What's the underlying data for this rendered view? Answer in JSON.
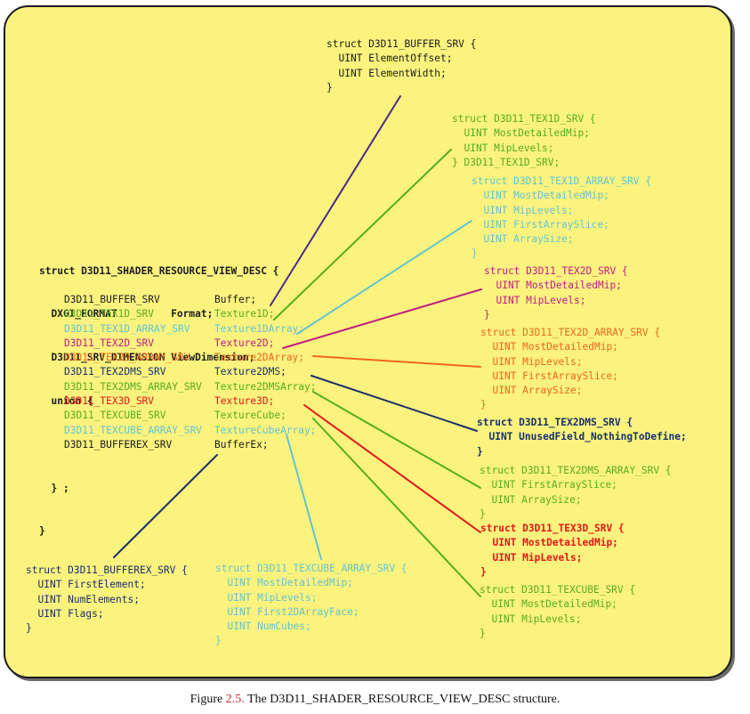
{
  "colors": {
    "black": "#1d1d1d",
    "green": "#56ad22",
    "cyan": "#63c4d2",
    "pink": "#c21b86",
    "orange": "#f0671c",
    "navy": "#19306e",
    "red": "#e3171a",
    "purple": "#4b2a8a",
    "panel": "#fbf37e"
  },
  "main_struct": {
    "header": "struct D3D11_SHADER_RESOURCE_VIEW_DESC {",
    "format_line": "  DXGI_FORMAT         Format;",
    "dimension_line": "  D3D11_SRV_DIMENSION ViewDimension;",
    "union_open": "  union {",
    "members": [
      {
        "type": "D3D11_BUFFER_SRV",
        "name": "Buffer;",
        "color": "black"
      },
      {
        "type": "D3D11_TEX1D_SRV",
        "name": "Texture1D;",
        "color": "green"
      },
      {
        "type": "D3D11_TEX1D_ARRAY_SRV",
        "name": "Texture1DArray;",
        "color": "cyan"
      },
      {
        "type": "D3D11_TEX2D_SRV",
        "name": "Texture2D;",
        "color": "pink"
      },
      {
        "type": "D3D11_TEX2D_ARRAY_SRV",
        "name": "Texture2DArray;",
        "color": "orange"
      },
      {
        "type": "D3D11_TEX2DMS_SRV",
        "name": "Texture2DMS;",
        "color": "navy"
      },
      {
        "type": "D3D11_TEX2DMS_ARRAY_SRV",
        "name": "Texture2DMSArray;",
        "color": "green"
      },
      {
        "type": "D3D11_TEX3D_SRV",
        "name": "Texture3D;",
        "color": "red"
      },
      {
        "type": "D3D11_TEXCUBE_SRV",
        "name": "TextureCube;",
        "color": "green"
      },
      {
        "type": "D3D11_TEXCUBE_ARRAY_SRV",
        "name": "TextureCubeArray;",
        "color": "cyan"
      },
      {
        "type": "D3D11_BUFFEREX_SRV",
        "name": "BufferEx;",
        "color": "black"
      }
    ],
    "union_close": "  } ;",
    "struct_close": "}"
  },
  "structs": {
    "buffer": {
      "color": "black",
      "lines": [
        "struct D3D11_BUFFER_SRV {",
        "  UINT ElementOffset;",
        "  UINT ElementWidth;",
        "}"
      ]
    },
    "tex1d": {
      "color": "green",
      "lines": [
        "struct D3D11_TEX1D_SRV {",
        "  UINT MostDetailedMip;",
        "  UINT MipLevels;",
        "} D3D11_TEX1D_SRV;"
      ]
    },
    "tex1d_array": {
      "color": "cyan",
      "lines": [
        "struct D3D11_TEX1D_ARRAY_SRV {",
        "  UINT MostDetailedMip;",
        "  UINT MipLevels;",
        "  UINT FirstArraySlice;",
        "  UINT ArraySize;",
        "}"
      ]
    },
    "tex2d": {
      "color": "pink",
      "lines": [
        "struct D3D11_TEX2D_SRV {",
        "  UINT MostDetailedMip;",
        "  UINT MipLevels;",
        "}"
      ]
    },
    "tex2d_array": {
      "color": "orange",
      "lines": [
        "struct D3D11_TEX2D_ARRAY_SRV {",
        "  UINT MostDetailedMip;",
        "  UINT MipLevels;",
        "  UINT FirstArraySlice;",
        "  UINT ArraySize;",
        "}"
      ]
    },
    "tex2dms": {
      "color": "navy",
      "lines": [
        "struct D3D11_TEX2DMS_SRV {",
        "  UINT UnusedField_NothingToDefine;",
        "}"
      ]
    },
    "tex2dms_array": {
      "color": "green",
      "lines": [
        "struct D3D11_TEX2DMS_ARRAY_SRV {",
        "  UINT FirstArraySlice;",
        "  UINT ArraySize;",
        "}"
      ]
    },
    "tex3d": {
      "color": "red",
      "lines": [
        "struct D3D11_TEX3D_SRV {",
        "  UINT MostDetailedMip;",
        "  UINT MipLevels;",
        "}"
      ]
    },
    "texcube": {
      "color": "green",
      "lines": [
        "struct D3D11_TEXCUBE_SRV {",
        "  UINT MostDetailedMip;",
        "  UINT MipLevels;",
        "}"
      ]
    },
    "bufferex": {
      "color": "navy",
      "lines": [
        "struct D3D11_BUFFEREX_SRV {",
        "  UINT FirstElement;",
        "  UINT NumElements;",
        "  UINT Flags;",
        "}"
      ]
    },
    "texcube_array": {
      "color": "cyan",
      "lines": [
        "struct D3D11_TEXCUBE_ARRAY_SRV {",
        "  UINT MostDetailedMip;",
        "  UINT MipLevels;",
        "  UINT First2DArrayFace;",
        "  UINT NumCubes;",
        "}"
      ]
    }
  },
  "connectors": [
    {
      "from": "Buffer;",
      "to": "buffer",
      "color": "purple"
    },
    {
      "from": "Texture1D;",
      "to": "tex1d",
      "color": "green"
    },
    {
      "from": "Texture1DArray;",
      "to": "tex1d_array",
      "color": "cyan"
    },
    {
      "from": "Texture2D;",
      "to": "tex2d",
      "color": "pink"
    },
    {
      "from": "Texture2DArray;",
      "to": "tex2d_array",
      "color": "orange"
    },
    {
      "from": "Texture2DMS;",
      "to": "tex2dms",
      "color": "navy"
    },
    {
      "from": "Texture2DMSArray;",
      "to": "tex2dms_array",
      "color": "green"
    },
    {
      "from": "Texture3D;",
      "to": "tex3d",
      "color": "red"
    },
    {
      "from": "TextureCube;",
      "to": "texcube",
      "color": "green"
    },
    {
      "from": "TextureCubeArray;",
      "to": "texcube_array",
      "color": "cyan"
    },
    {
      "from": "BufferEx;",
      "to": "bufferex",
      "color": "navy"
    }
  ],
  "caption": {
    "prefix": "Figure ",
    "number": "2.5.",
    "text": " The D3D11_SHADER_RESOURCE_VIEW_DESC structure."
  }
}
